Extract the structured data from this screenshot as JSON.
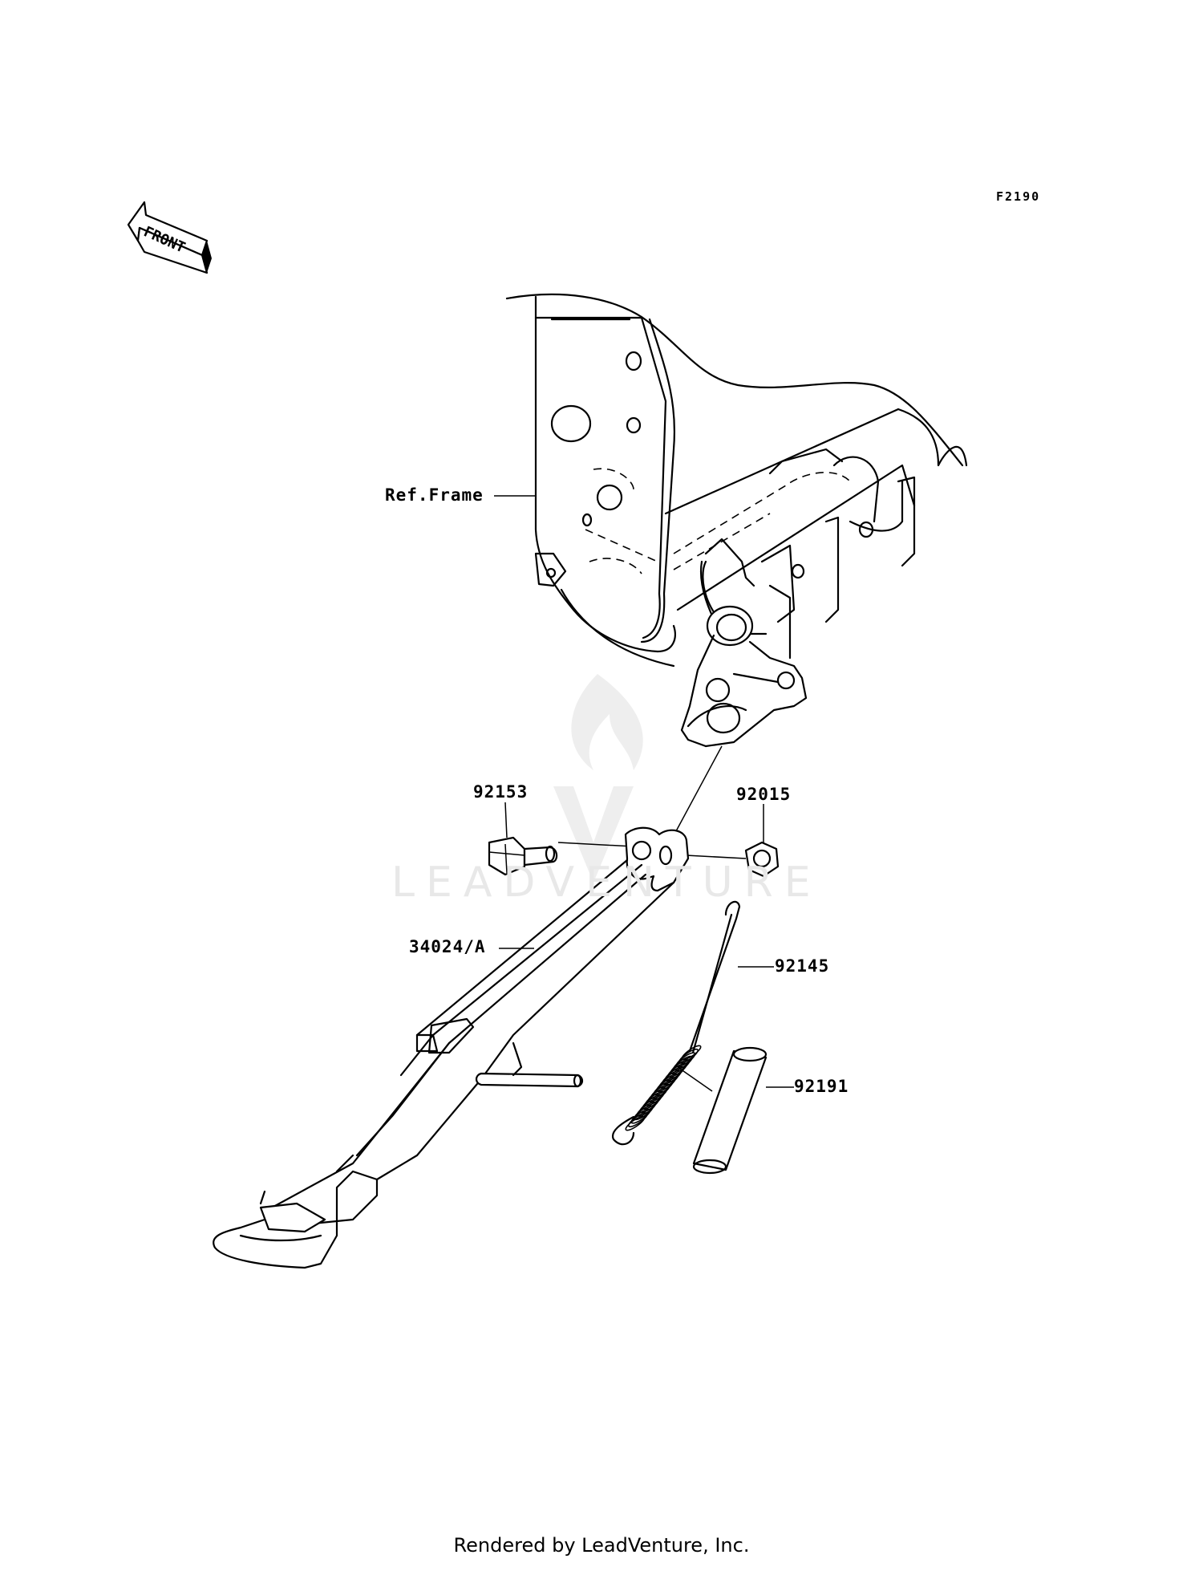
{
  "diagram": {
    "figure_id": "F2190",
    "front_indicator": "FRONT",
    "callouts": [
      {
        "id": "ref-frame",
        "text": "Ref.Frame"
      },
      {
        "id": "bolt",
        "text": "92153"
      },
      {
        "id": "nut",
        "text": "92015"
      },
      {
        "id": "side-stand",
        "text": "34024/A"
      },
      {
        "id": "spring",
        "text": "92145"
      },
      {
        "id": "sleeve",
        "text": "92191"
      }
    ],
    "watermark": "LEADVENTURE"
  },
  "footer": {
    "text": "Rendered by LeadVenture, Inc."
  }
}
